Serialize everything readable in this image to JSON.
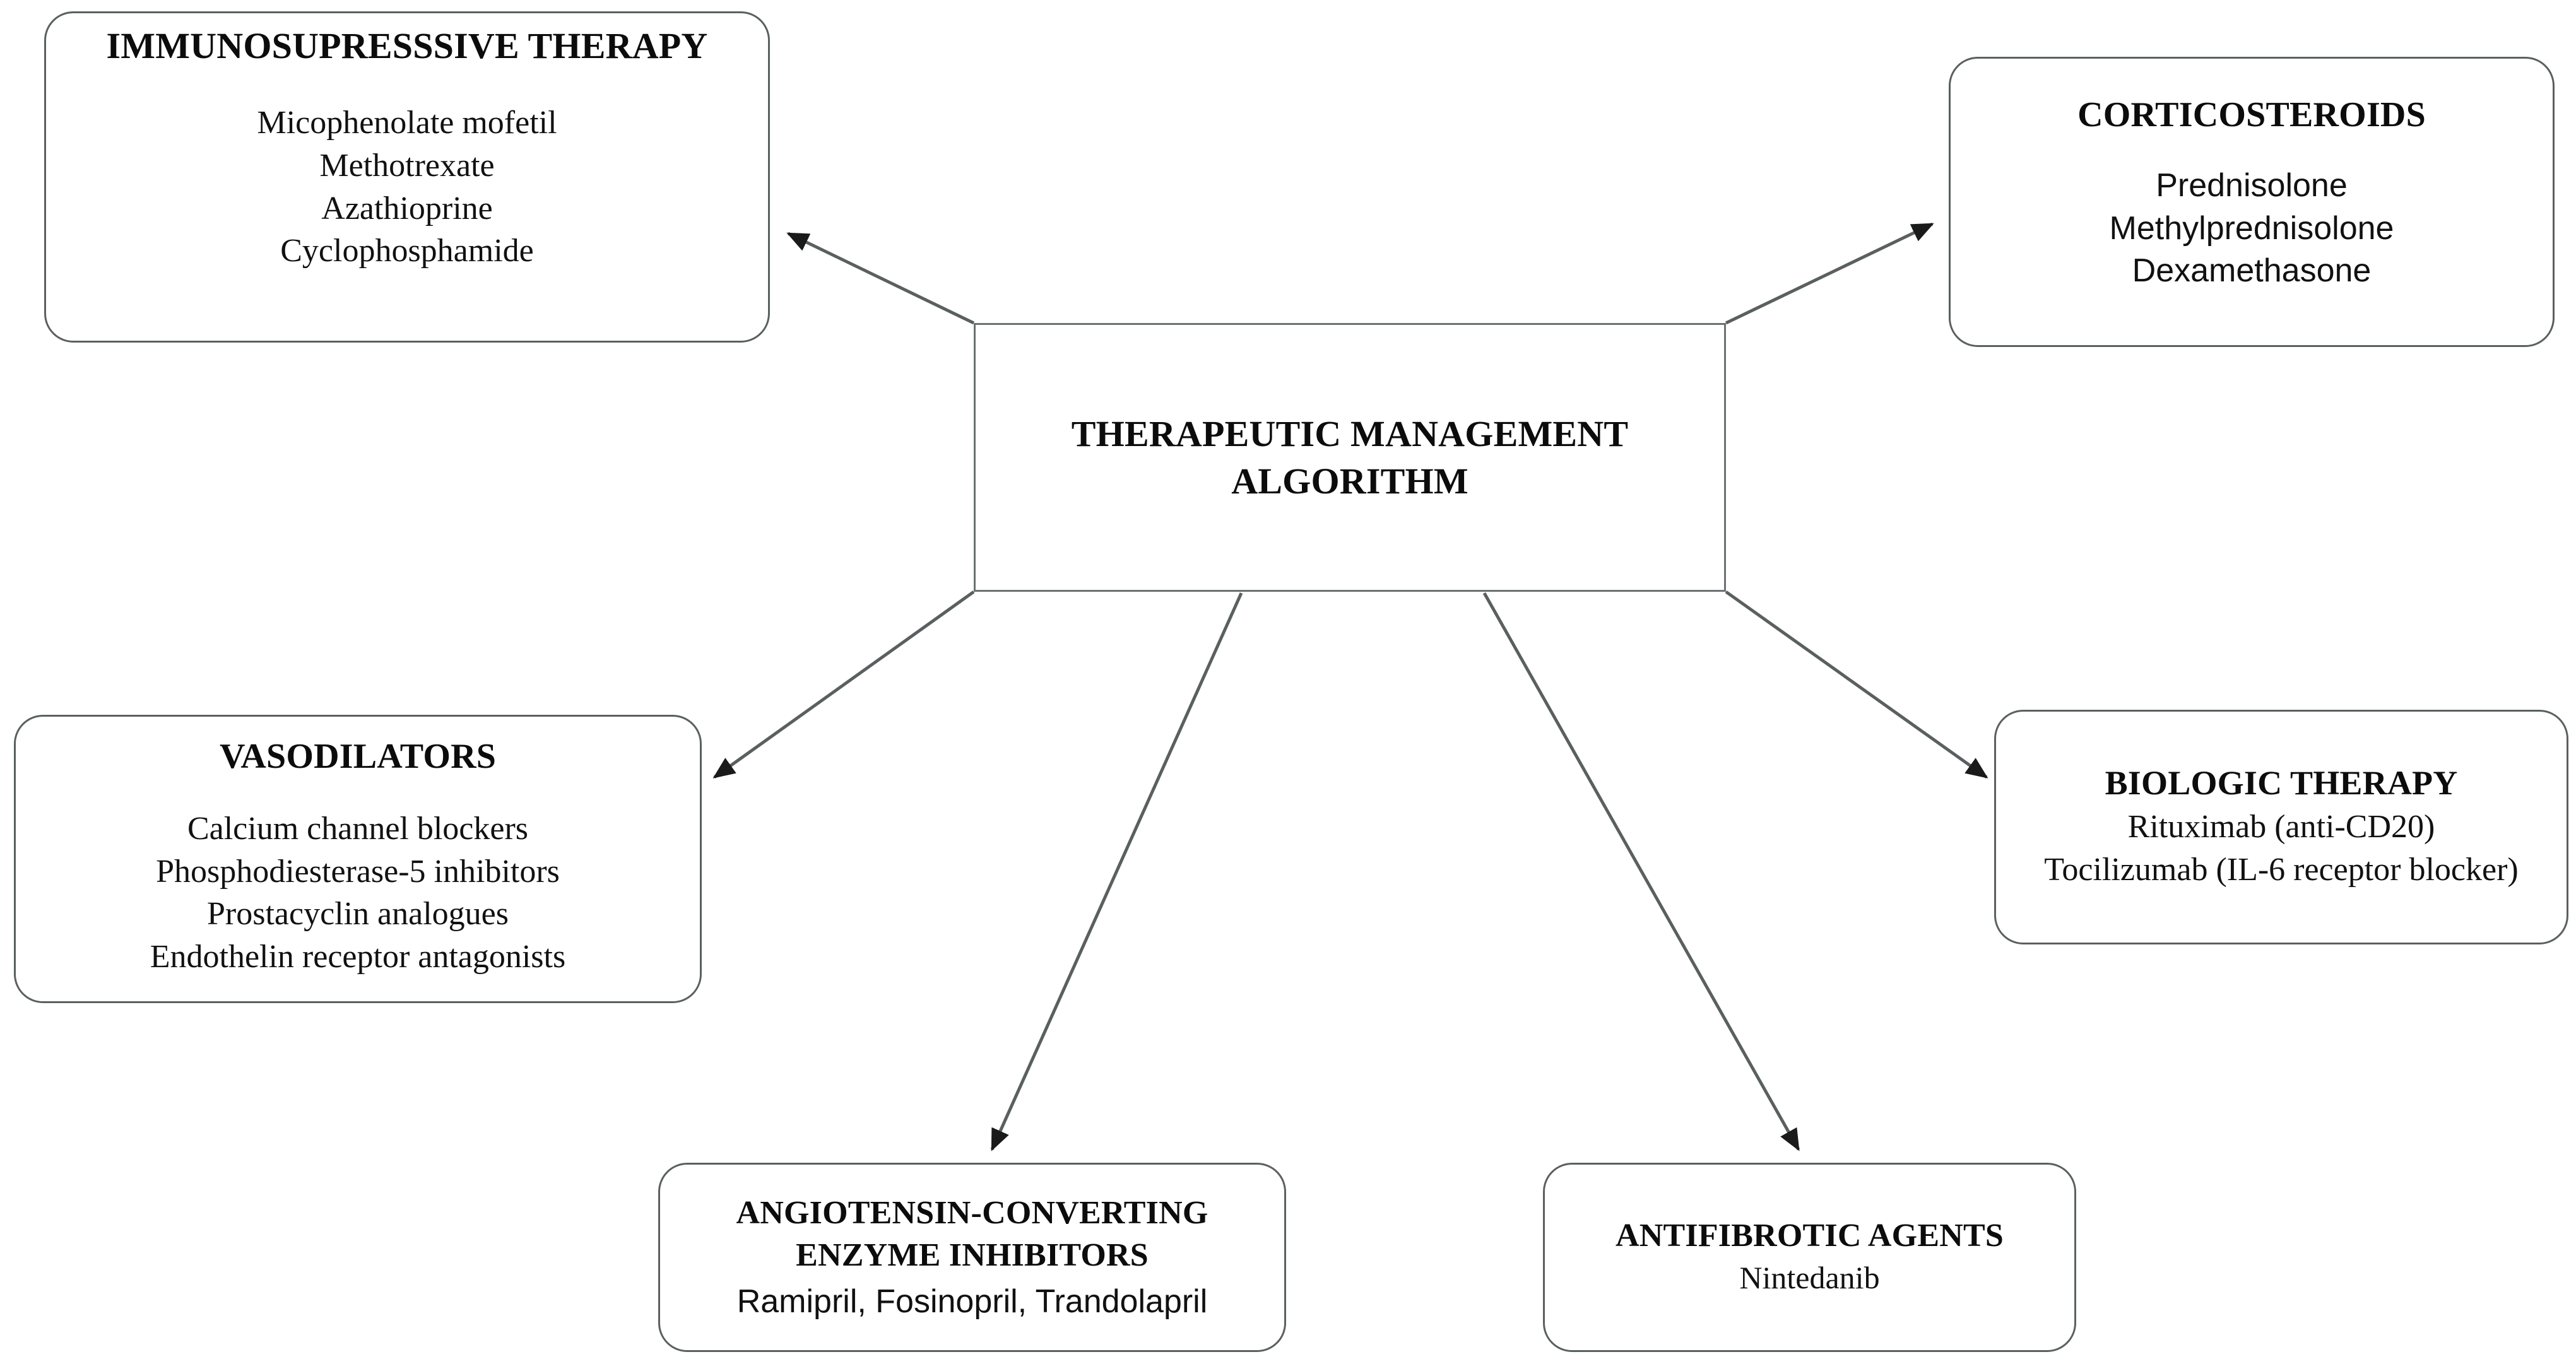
{
  "diagram": {
    "type": "flowchart",
    "title": "Therapeutic Management Algorithm",
    "stroke_color": "#5a5f60",
    "text_color": "#0c0c0c",
    "background": "#ffffff",
    "center": {
      "id": "central",
      "title_line_1": "THERAPEUTIC MANAGEMENT",
      "title_line_2": "ALGORITHM",
      "shape": "rectangle"
    },
    "nodes": [
      {
        "id": "immunosuppressive",
        "title": "IMMUNOSUPRESSSIVE THERAPY",
        "shape": "rounded-rectangle",
        "body_font": "serif",
        "items": [
          "Micophenolate mofetil",
          "Methotrexate",
          "Azathioprine",
          "Cyclophosphamide"
        ]
      },
      {
        "id": "corticosteroids",
        "title": "CORTICOSTEROIDS",
        "shape": "rounded-rectangle",
        "body_font": "sans",
        "items": [
          "Prednisolone",
          "Methylprednisolone",
          "Dexamethasone"
        ]
      },
      {
        "id": "vasodilators",
        "title": "VASODILATORS",
        "shape": "rounded-rectangle",
        "body_font": "serif",
        "items": [
          "Calcium channel blockers",
          "Phosphodiesterase-5 inhibitors",
          "Prostacyclin analogues",
          "Endothelin receptor antagonists"
        ]
      },
      {
        "id": "biologic",
        "title": "BIOLOGIC THERAPY",
        "shape": "rounded-rectangle",
        "body_font": "serif",
        "items": [
          "Rituximab (anti-CD20)",
          "Tocilizumab (IL-6 receptor blocker)"
        ]
      },
      {
        "id": "ace",
        "title_line_1": "ANGIOTENSIN-CONVERTING",
        "title_line_2": "ENZYME INHIBITORS",
        "shape": "rounded-rectangle",
        "body_font": "sans",
        "items": [
          "Ramipril, Fosinopril, Trandolapril"
        ]
      },
      {
        "id": "antifibrotic",
        "title": "ANTIFIBROTIC AGENTS",
        "shape": "rounded-rectangle",
        "body_font": "serif",
        "items": [
          "Nintedanib"
        ]
      }
    ],
    "edges": [
      {
        "from": "central",
        "to": "immunosuppressive",
        "arrow": "to"
      },
      {
        "from": "central",
        "to": "corticosteroids",
        "arrow": "to"
      },
      {
        "from": "central",
        "to": "vasodilators",
        "arrow": "to"
      },
      {
        "from": "central",
        "to": "biologic",
        "arrow": "to"
      },
      {
        "from": "central",
        "to": "ace",
        "arrow": "to"
      },
      {
        "from": "central",
        "to": "antifibrotic",
        "arrow": "to"
      }
    ]
  }
}
